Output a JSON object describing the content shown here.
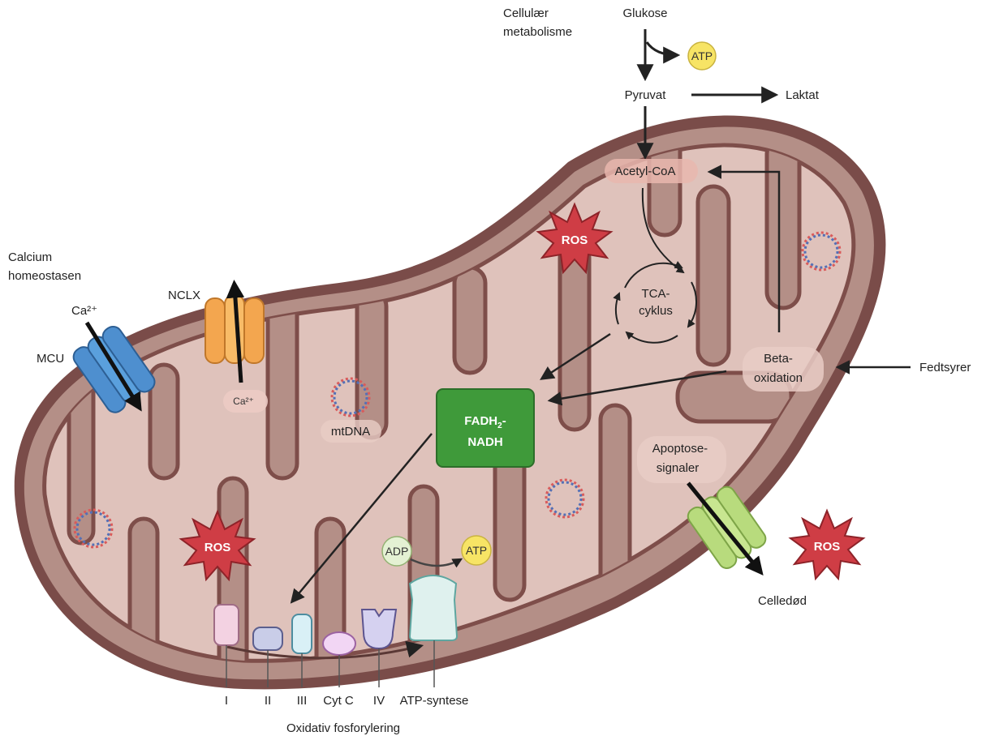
{
  "metabolism": {
    "heading_line1": "Cellulær",
    "heading_line2": "metabolisme",
    "glucose": "Glukose",
    "atp": "ATP",
    "pyruvate": "Pyruvat",
    "lactate": "Laktat",
    "acetyl_coa": "Acetyl-CoA",
    "tca_line1": "TCA-",
    "tca_line2": "cyklus",
    "beta_line1": "Beta-",
    "beta_line2": "oxidation",
    "fatty_acids": "Fedtsyrer",
    "fadh_line1": "FADH",
    "fadh_sub": "2",
    "fadh_suffix": "-",
    "nadh": "NADH"
  },
  "calcium": {
    "heading_line1": "Calcium",
    "heading_line2": "homeostasen",
    "ca_top": "Ca²⁺",
    "mcu": "MCU",
    "nclx": "NCLX",
    "ca_inner": "Ca²⁺"
  },
  "mtdna": "mtDNA",
  "ros": [
    "ROS",
    "ROS",
    "ROS"
  ],
  "apoptosis": {
    "line1": "Apoptose-",
    "line2": "signaler",
    "cell_death": "Celledød"
  },
  "oxphos": {
    "adp": "ADP",
    "atp": "ATP",
    "complexes": [
      "I",
      "II",
      "III",
      "Cyt C",
      "IV",
      "ATP-syntese"
    ],
    "title": "Oxidativ fosforylering"
  },
  "colors": {
    "outer_membrane": "#7a4c49",
    "matrix": "#b48f87",
    "inner_space": "#dfc2bb",
    "fadh_box": "#3f9a3a",
    "ros_star": "#cf3d45",
    "atp_badge": "#f7e465",
    "adp_badge": "#e4f1d3",
    "mcu": "#4e8fcf",
    "nclx": "#f3a64f",
    "apoptosis_channel": "#b8db7d"
  }
}
